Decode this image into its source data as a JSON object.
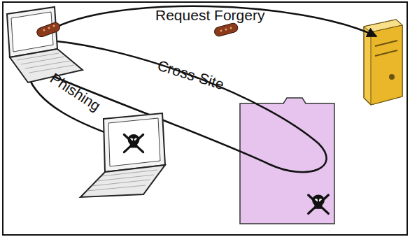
{
  "diagram": {
    "labels": [
      "Request Forgery",
      "Cross-Site",
      "Phishing"
    ]
  }
}
